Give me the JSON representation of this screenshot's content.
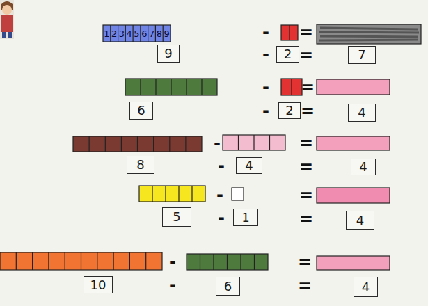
{
  "diagram": {
    "nodes": [
      {
        "text": [
          "9"
        ]
      },
      {
        "text": [
          "2"
        ]
      },
      {
        "text": [
          "7"
        ]
      },
      {
        "text": [
          "6"
        ]
      },
      {
        "text": [
          "2"
        ]
      },
      {
        "text": [
          "4"
        ]
      },
      {
        "text": [
          "8"
        ]
      },
      {
        "text": [
          "4"
        ]
      },
      {
        "text": [
          "4"
        ]
      },
      {
        "text": [
          "5"
        ]
      },
      {
        "text": [
          "1"
        ]
      },
      {
        "text": [
          "4"
        ]
      },
      {
        "text": [
          "10"
        ]
      },
      {
        "text": [
          "6"
        ]
      },
      {
        "text": [
          "4"
        ]
      }
    ],
    "labels": [
      "1",
      "2",
      "3",
      "4",
      "5",
      "6",
      "7",
      "8",
      "9",
      "-",
      "=",
      "-",
      "=",
      "-",
      "=",
      "-",
      "=",
      "-",
      "=",
      "-",
      "=",
      "-",
      "=",
      "-",
      "=",
      "-",
      "=",
      "-",
      "="
    ]
  }
}
